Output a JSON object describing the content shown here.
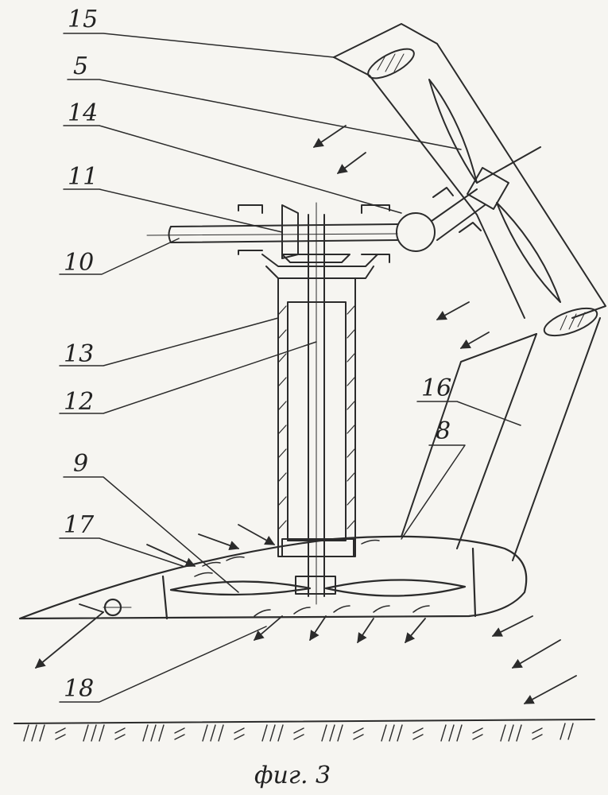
{
  "figure": {
    "caption": "фиг. 3",
    "labels": {
      "l15": "15",
      "l5": "5",
      "l14": "14",
      "l11": "11",
      "l10": "10",
      "l13": "13",
      "l12": "12",
      "l16": "16",
      "l8": "8",
      "l9": "9",
      "l17": "17",
      "l18": "18"
    }
  }
}
